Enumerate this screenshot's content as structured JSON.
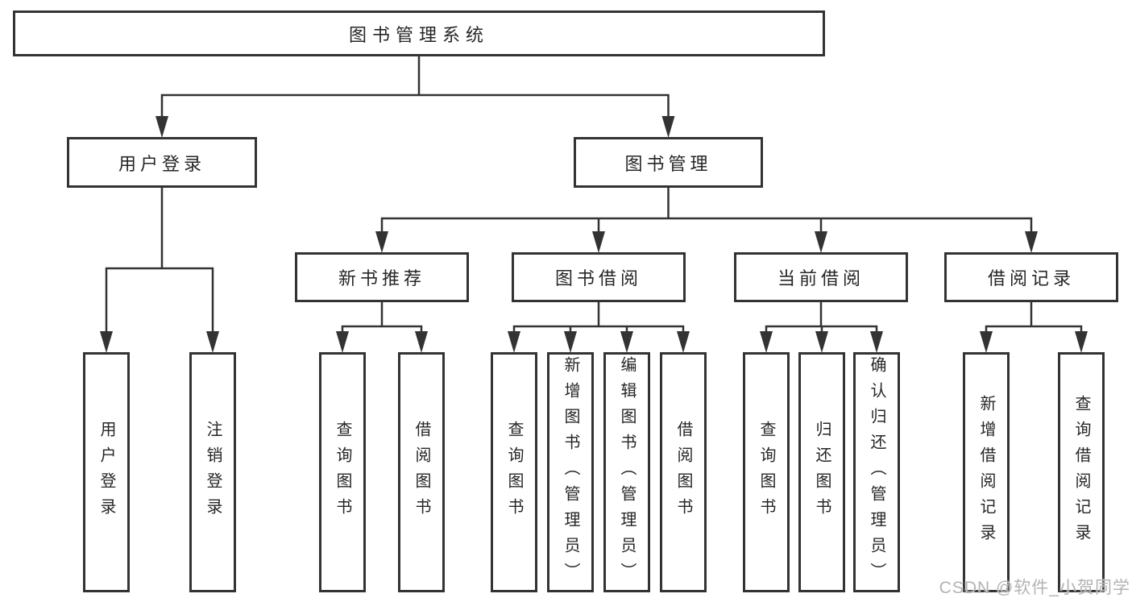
{
  "diagram": {
    "title": "图书管理系统",
    "level2": [
      {
        "label": "用户登录"
      },
      {
        "label": "图书管理"
      }
    ],
    "level3": [
      {
        "label": "新书推荐",
        "parent": "图书管理"
      },
      {
        "label": "图书借阅",
        "parent": "图书管理"
      },
      {
        "label": "当前借阅",
        "parent": "图书管理"
      },
      {
        "label": "借阅记录",
        "parent": "图书管理"
      }
    ],
    "leaves": [
      {
        "label": "用户登录",
        "parent": "用户登录"
      },
      {
        "label": "注销登录",
        "parent": "用户登录"
      },
      {
        "label": "查询图书",
        "parent": "新书推荐"
      },
      {
        "label": "借阅图书",
        "parent": "新书推荐"
      },
      {
        "label": "查询图书",
        "parent": "图书借阅"
      },
      {
        "label": "新增图书（管理员）",
        "parent": "图书借阅"
      },
      {
        "label": "编辑图书（管理员）",
        "parent": "图书借阅"
      },
      {
        "label": "借阅图书",
        "parent": "图书借阅"
      },
      {
        "label": "查询图书",
        "parent": "当前借阅"
      },
      {
        "label": "归还图书",
        "parent": "当前借阅"
      },
      {
        "label": "确认归还（管理员）",
        "parent": "当前借阅"
      },
      {
        "label": "新增借阅记录",
        "parent": "借阅记录"
      },
      {
        "label": "查询借阅记录",
        "parent": "借阅记录"
      }
    ],
    "watermark": "CSDN @软件_小贺同学",
    "colors": {
      "line": "#333333",
      "text": "#262626",
      "box_background": "#ffffff",
      "page_background": "#ffffff",
      "watermark": "#b3b3b3"
    }
  }
}
